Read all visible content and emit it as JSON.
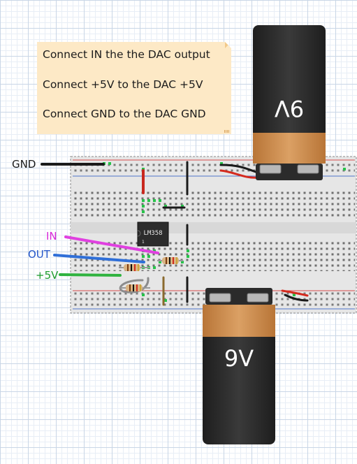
{
  "note": {
    "lines": [
      "Connect IN the the DAC output",
      "Connect +5V to the DAC +5V",
      "Connect GND to the DAC GND"
    ]
  },
  "labels": {
    "gnd": "GND",
    "in": "IN",
    "out": "OUT",
    "plus5v": "+5V"
  },
  "chip": {
    "part": "LM358",
    "pin1": "1"
  },
  "batteries": {
    "top": {
      "label": "9V"
    },
    "bottom": {
      "label": "9V"
    }
  },
  "colors": {
    "in_wire": "#e040e0",
    "out_wire": "#2f6fd8",
    "plus5v_wire": "#2fb33f",
    "gnd_wire": "#1a1a1a",
    "in_label": "#d829d8",
    "out_label": "#2456c9",
    "plus5v_label": "#1f9c2e",
    "rail_red": "#d54c4c",
    "rail_blue": "#4d74c9",
    "battery_orange": "#c9894b",
    "battery_black": "#2a2a2a"
  }
}
